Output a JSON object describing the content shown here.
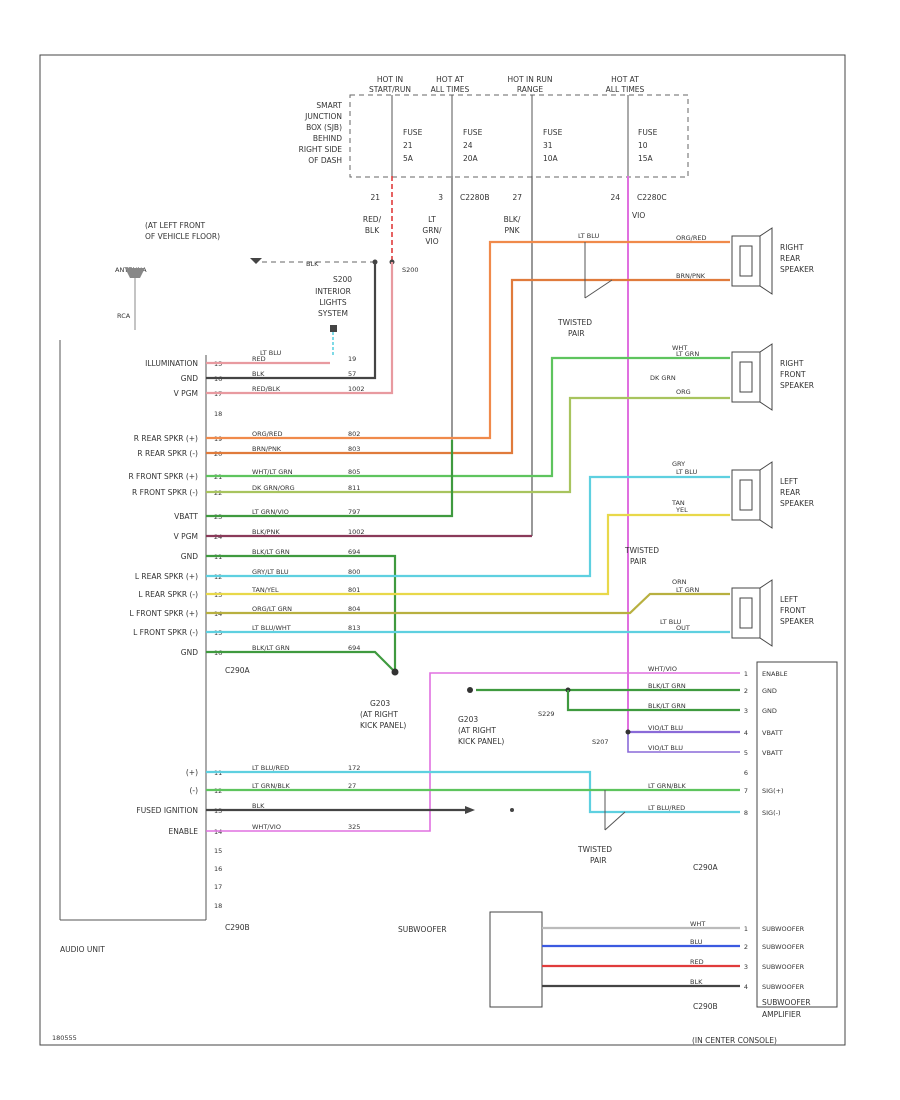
{
  "fuse_box": {
    "label": [
      "SMART",
      "JUNCTION",
      "BOX (SJB)",
      "BEHIND",
      "RIGHT SIDE",
      "OF DASH"
    ],
    "columns": [
      {
        "hot": "HOT IN",
        "hot2": "START/RUN",
        "fuse": "FUSE",
        "num": "21",
        "amp": "5A",
        "pin": "21"
      },
      {
        "hot": "HOT AT",
        "hot2": "ALL TIMES",
        "fuse": "FUSE",
        "num": "24",
        "amp": "20A",
        "pin": "3"
      },
      {
        "hot": "HOT IN RUN",
        "hot2": "RANGE",
        "fuse": "FUSE",
        "num": "31",
        "amp": "10A",
        "pin": "27"
      },
      {
        "hot": "HOT AT",
        "hot2": "ALL TIMES",
        "fuse": "FUSE",
        "num": "10",
        "amp": "15A",
        "pin": "24"
      }
    ],
    "connector_left": "C2280B",
    "connector_right": "C2280C"
  },
  "top_wires": {
    "red_blk": [
      "RED/",
      "BLK"
    ],
    "lt_grn_vio": [
      "LT",
      "GRN/",
      "VIO"
    ],
    "blk_pnk": [
      "BLK/",
      "PNK"
    ],
    "vio": "VIO",
    "lt_blu": "LT BLU"
  },
  "ground_top": {
    "label": [
      "(AT LEFT FRONT",
      "OF VEHICLE FLOOR)"
    ],
    "wire": "BLK",
    "splice": [
      "S200",
      "S200"
    ],
    "switch": [
      "INTERIOR",
      "LIGHTS",
      "SYSTEM"
    ]
  },
  "antenna": {
    "label": "ANTENNA",
    "sub": "RCA"
  },
  "speakers": [
    {
      "name": [
        "RIGHT",
        "REAR",
        "SPEAKER"
      ],
      "w1": "ORG/RED",
      "w2": "BRN/PNK"
    },
    {
      "name": [
        "RIGHT",
        "FRONT",
        "SPEAKER"
      ],
      "w1": "LT GRN",
      "w2": "ORG"
    },
    {
      "name": [
        "LEFT",
        "REAR",
        "SPEAKER"
      ],
      "w1": "LT BLU",
      "w2": "YEL"
    },
    {
      "name": [
        "LEFT",
        "FRONT",
        "SPEAKER"
      ],
      "w1": "LT GRN",
      "w2": "OUT"
    }
  ],
  "speaker_wire_labels": {
    "lt_blu": "LT BLU",
    "twisted_pair": [
      "TWISTED",
      "PAIR"
    ],
    "wht": "WHT",
    "dk_grn": "DK GRN",
    "gry": "GRY",
    "tan": "TAN",
    "orn": "ORN",
    "lt_blu2": "LT BLU"
  },
  "audio_unit": {
    "name": "AUDIO UNIT",
    "connector": "C290B",
    "connector2": "C290A",
    "pins": [
      {
        "label": "ILLUMINATION",
        "pin": "15",
        "color": "RED",
        "circuit": "19",
        "pair": "LT BLU"
      },
      {
        "label": "GND",
        "pin": "16",
        "color": "BLK",
        "circuit": "57"
      },
      {
        "label": "V PGM",
        "pin": "17",
        "color": "RED/BLK",
        "circuit": "1002"
      },
      {
        "label": "",
        "pin": "18",
        "color": "",
        "circuit": ""
      },
      {
        "label": "R REAR SPKR (+)",
        "pin": "19",
        "color": "ORG/RED",
        "circuit": "802"
      },
      {
        "label": "R REAR SPKR (-)",
        "pin": "20",
        "color": "BRN/PNK",
        "circuit": "803"
      },
      {
        "label": "R FRONT SPKR (+)",
        "pin": "21",
        "color": "WHT/LT GRN",
        "circuit": "805"
      },
      {
        "label": "R FRONT SPKR (-)",
        "pin": "22",
        "color": "DK GRN/ORG",
        "circuit": "811"
      },
      {
        "label": "VBATT",
        "pin": "23",
        "color": "LT GRN/VIO",
        "circuit": "797"
      },
      {
        "label": "V PGM",
        "pin": "24",
        "color": "BLK/PNK",
        "circuit": "1002"
      },
      {
        "label": "GND",
        "pin": "11",
        "color": "BLK/LT GRN",
        "circuit": "694"
      },
      {
        "label": "L REAR SPKR (+)",
        "pin": "12",
        "color": "GRY/LT BLU",
        "circuit": "800"
      },
      {
        "label": "L REAR SPKR (-)",
        "pin": "13",
        "color": "TAN/YEL",
        "circuit": "801"
      },
      {
        "label": "L FRONT SPKR (+)",
        "pin": "14",
        "color": "ORG/LT GRN",
        "circuit": "804"
      },
      {
        "label": "L FRONT SPKR (-)",
        "pin": "15",
        "color": "LT BLU/WHT",
        "circuit": "813"
      },
      {
        "label": "GND",
        "pin": "16",
        "color": "BLK/LT GRN",
        "circuit": "694"
      }
    ],
    "lower_pins": [
      {
        "label": "(+)",
        "pin": "11",
        "color": "LT BLU/RED",
        "circuit": "172"
      },
      {
        "label": "(-)",
        "pin": "12",
        "color": "LT GRN/BLK",
        "circuit": "27"
      },
      {
        "label": "FUSED IGNITION",
        "pin": "13",
        "color": "BLK",
        "circuit": ""
      },
      {
        "label": "ENABLE",
        "pin": "14",
        "color": "WHT/VIO",
        "circuit": "325"
      },
      {
        "label": "",
        "pin": "15",
        "color": "",
        "circuit": ""
      },
      {
        "label": "",
        "pin": "16",
        "color": "",
        "circuit": ""
      },
      {
        "label": "",
        "pin": "17",
        "color": "",
        "circuit": ""
      },
      {
        "label": "",
        "pin": "18",
        "color": "",
        "circuit": ""
      }
    ]
  },
  "ground_g203": {
    "id": "G203",
    "loc": [
      "(AT RIGHT",
      "KICK PANEL)"
    ]
  },
  "ground_g203b": {
    "id": "G203",
    "loc": [
      "(AT RIGHT",
      "KICK PANEL)"
    ],
    "splice": "S229",
    "splice2": "S207"
  },
  "amp": {
    "name": [
      "SUBWOOFER",
      "AMPLIFIER",
      "(IN CENTER CONSOLE)"
    ],
    "connector": "C290A",
    "connector2": "C290B",
    "pins": [
      {
        "label": "ENABLE",
        "pin": "1",
        "wire": "WHT/VIO"
      },
      {
        "label": "GND",
        "pin": "2",
        "wire": "BLK/LT GRN"
      },
      {
        "label": "GND",
        "pin": "3",
        "wire": "BLK/LT GRN"
      },
      {
        "label": "VBATT",
        "pin": "4",
        "wire": "VIO/LT BLU"
      },
      {
        "label": "VBATT",
        "pin": "5",
        "wire": "VIO/LT BLU"
      },
      {
        "label": "",
        "pin": "6",
        "wire": ""
      },
      {
        "label": "SIG(+)",
        "pin": "7",
        "wire": "LT GRN/BLK"
      },
      {
        "label": "SIG(-)",
        "pin": "8",
        "wire": "LT BLU/RED"
      }
    ],
    "sub_pins": [
      {
        "label": "SUBWOOFER",
        "pin": "1",
        "wire": "WHT"
      },
      {
        "label": "SUBWOOFER",
        "pin": "2",
        "wire": "BLU"
      },
      {
        "label": "SUBWOOFER",
        "pin": "3",
        "wire": "RED"
      },
      {
        "label": "SUBWOOFER",
        "pin": "4",
        "wire": "BLK"
      }
    ]
  },
  "subwoofer": {
    "name": "SUBWOOFER"
  },
  "twisted_pair_bottom": [
    "TWISTED",
    "PAIR"
  ],
  "footer_id": "180555",
  "colors": {
    "orange": "#f08a4b",
    "brown_orange": "#e07b3c",
    "green": "#5ec45e",
    "dkgreen": "#3f9a3f",
    "cyan": "#5ed0e0",
    "yellow": "#e8d84a",
    "magenta": "#e070e0",
    "violet": "#8a6ad8",
    "red": "#e03c3c",
    "blue": "#3c5ae0",
    "black": "#444444",
    "pink": "#e89aa0"
  }
}
